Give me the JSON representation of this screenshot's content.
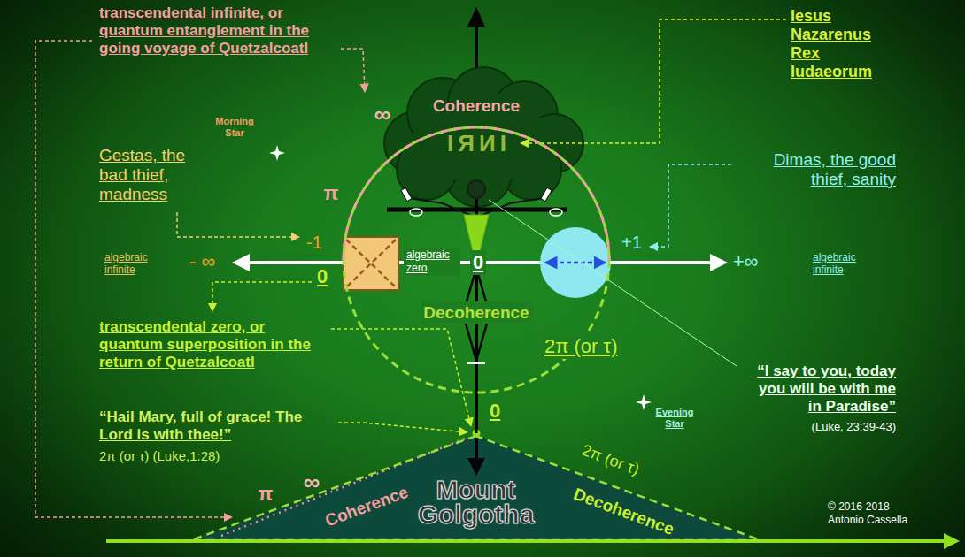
{
  "diagram": {
    "nodes": [
      {
        "text": [
          "Coherence",
          "Decoherence",
          "2π (or τ)"
        ]
      },
      {
        "text": [
          "Mount Golgotha"
        ]
      }
    ],
    "labels": [
      "transcendental infinite, or quantum entanglement in the going voyage of Quetzalcoatl",
      "Morning Star",
      "∞",
      "π",
      "IЯИI",
      "Iesus Nazarenus Rex Iudaeorum",
      "Gestas, the bad thief, madness",
      "Dimas, the good thief, sanity",
      "-1",
      "+1",
      "algebraic infinite",
      "- ∞",
      "0",
      "algebraic zero",
      "0",
      "+∞",
      "algebraic infinite",
      "transcendental zero, or quantum superposition in the return of Quetzalcoatl",
      "0",
      "“Hail Mary, full of grace! The Lord is with thee!”",
      "2π (or τ) (Luke,1:28)",
      "“I say to you, today you will be with me in Paradise”",
      "(Luke, 23:39-43)",
      "Evening Star",
      "π",
      "∞",
      "Coherence",
      "2π (or τ)",
      "Decoherence",
      "© 2016-2018 Antonio Cassella"
    ]
  }
}
